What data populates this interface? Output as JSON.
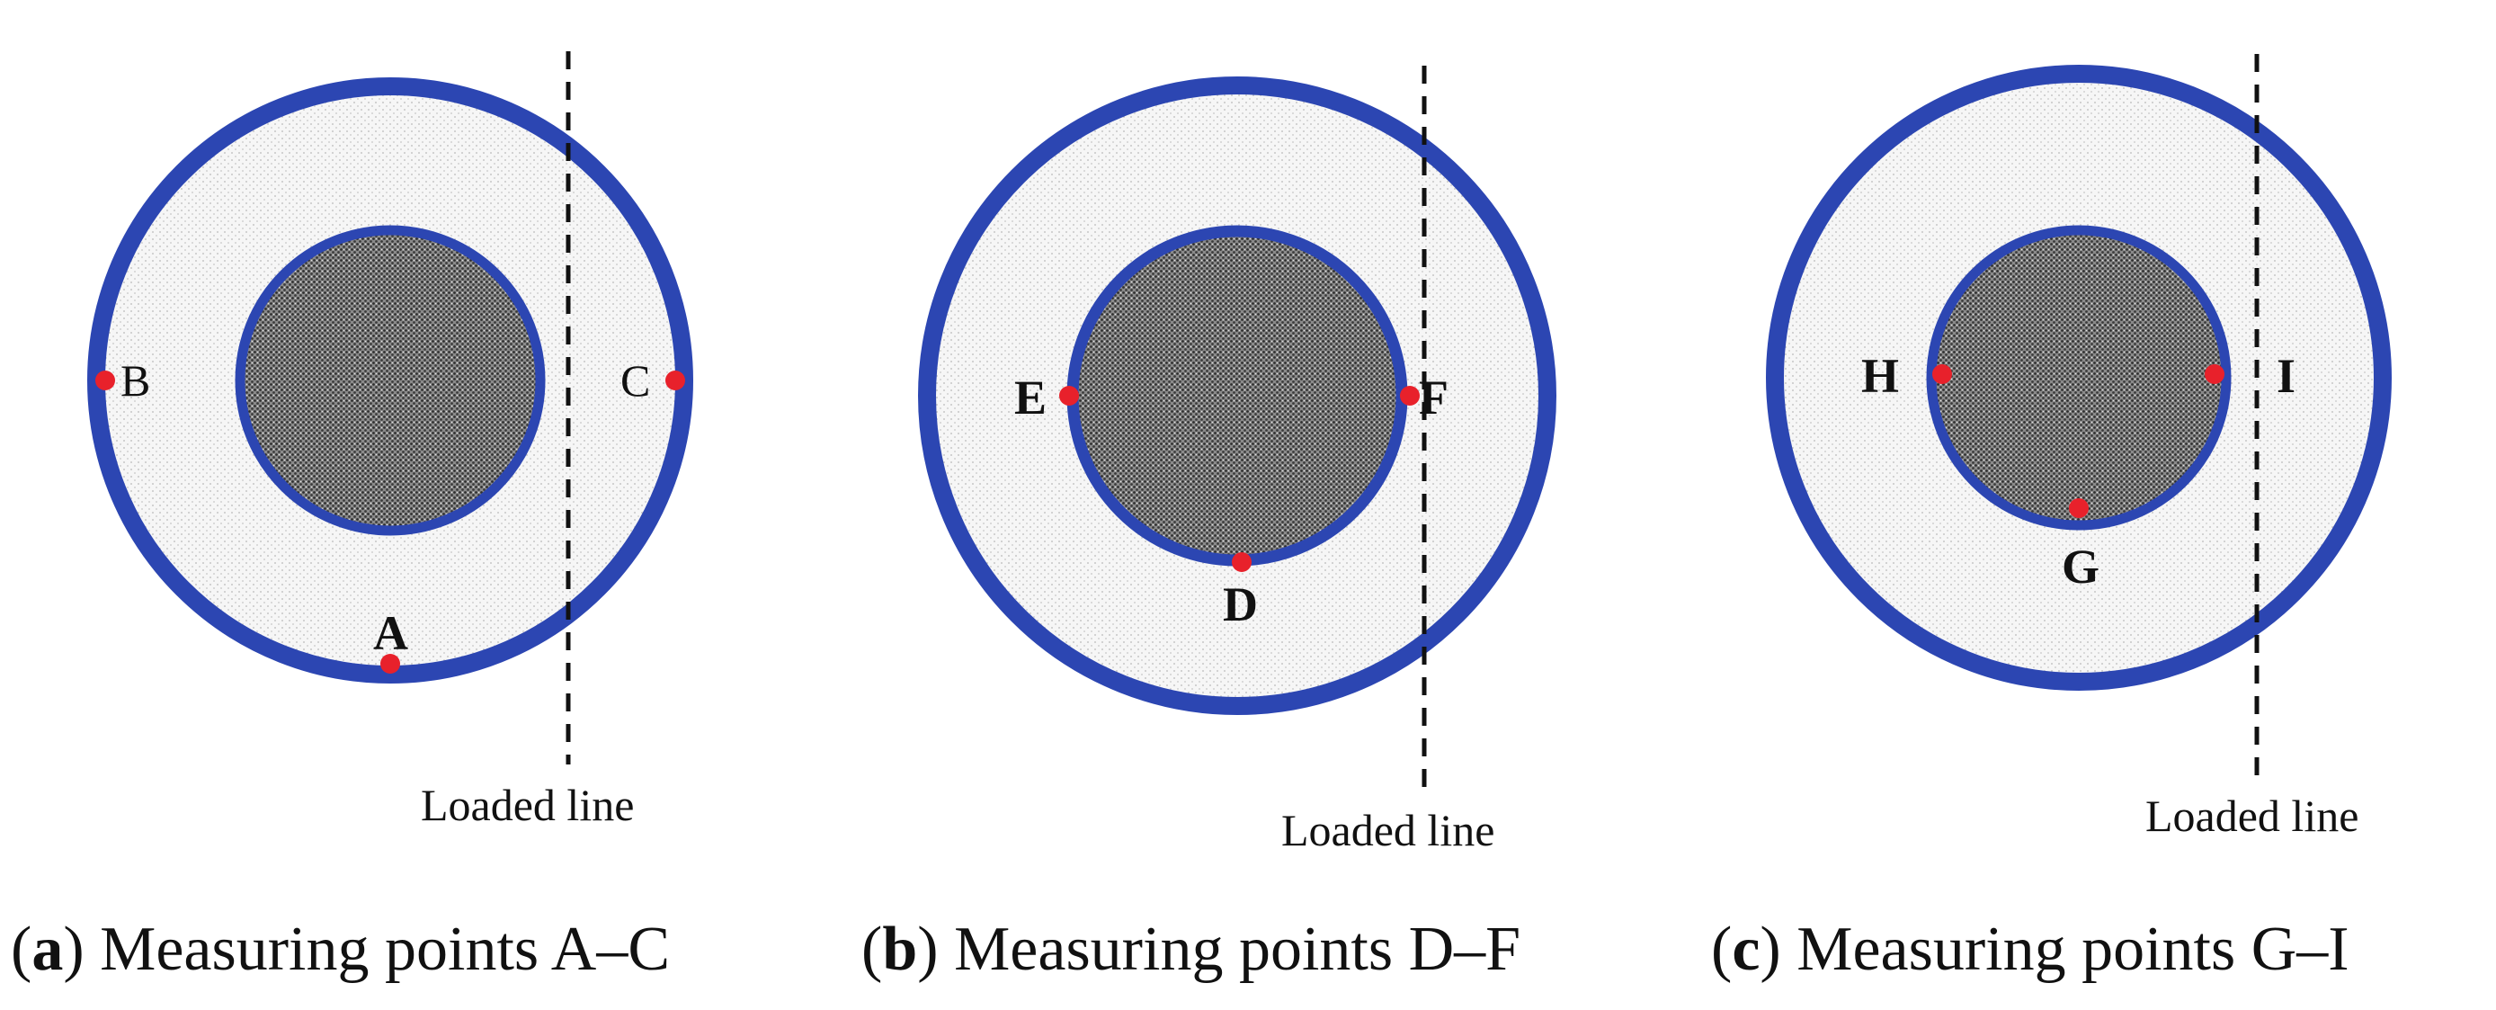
{
  "colors": {
    "ring": "#2c46b2",
    "core_fill": "#6c6c6c",
    "annulus_fill": "#f4f4f4",
    "point": "#e8212b",
    "loaded_line": "#111111"
  },
  "panels": [
    {
      "id": "a",
      "loaded_line_label": "Loaded line",
      "points": [
        {
          "label": "A",
          "position": "outer-bottom",
          "bold": true
        },
        {
          "label": "B",
          "position": "outer-left",
          "bold": false
        },
        {
          "label": "C",
          "position": "outer-right",
          "bold": false
        }
      ],
      "caption": {
        "open": "(",
        "letter": "a",
        "close": ") ",
        "text": "Measuring points A–C"
      }
    },
    {
      "id": "b",
      "loaded_line_label": "Loaded line",
      "points": [
        {
          "label": "D",
          "position": "inner-bottom",
          "bold": true
        },
        {
          "label": "E",
          "position": "inner-left",
          "bold": true
        },
        {
          "label": "F",
          "position": "inner-right",
          "bold": true
        }
      ],
      "caption": {
        "open": "(",
        "letter": "b",
        "close": ") ",
        "text": "Measuring points D–F"
      }
    },
    {
      "id": "c",
      "loaded_line_label": "Loaded line",
      "points": [
        {
          "label": "G",
          "position": "inner-bottom",
          "bold": true
        },
        {
          "label": "H",
          "position": "inner-left",
          "bold": true
        },
        {
          "label": "I",
          "position": "inner-right",
          "bold": true
        }
      ],
      "caption": {
        "open": "(",
        "letter": "c",
        "close": ") ",
        "text": "Measuring points G–I"
      }
    }
  ]
}
